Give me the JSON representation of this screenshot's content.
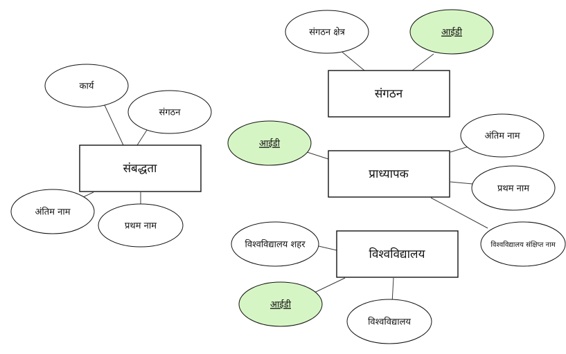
{
  "colors": {
    "key_attribute_fill": "#d6f5c4",
    "attribute_fill": "#ffffff",
    "stroke": "#111111",
    "connector": "#3a3a3a"
  },
  "entities": {
    "sambaddhata": "संबद्धता",
    "sangathan": "संगठन",
    "pradhyapak": "प्राध्यापक",
    "vishwavidyalay": "विश्वविद्यालय"
  },
  "attributes": {
    "sambaddhata_karya": "कार्य",
    "sambaddhata_sangathan": "संगठन",
    "sambaddhata_antim_naam": "अंतिम नाम",
    "sambaddhata_pratham_naam": "प्रथम नाम",
    "sangathan_kshetra": "संगठन क्षेत्र",
    "sangathan_id": "आईडी",
    "pradhyapak_id": "आईडी",
    "pradhyapak_antim_naam": "अंतिम नाम",
    "pradhyapak_pratham_naam": "प्रथम नाम",
    "vishwavidyalay_sankshipt_naam": "विश्वविद्यालय संक्षिप्त नाम",
    "vishwavidyalay_shahar": "विश्वविद्यालय शहर",
    "vishwavidyalay_id": "आईडी",
    "vishwavidyalay_naam": "विश्वविद्यालय"
  }
}
